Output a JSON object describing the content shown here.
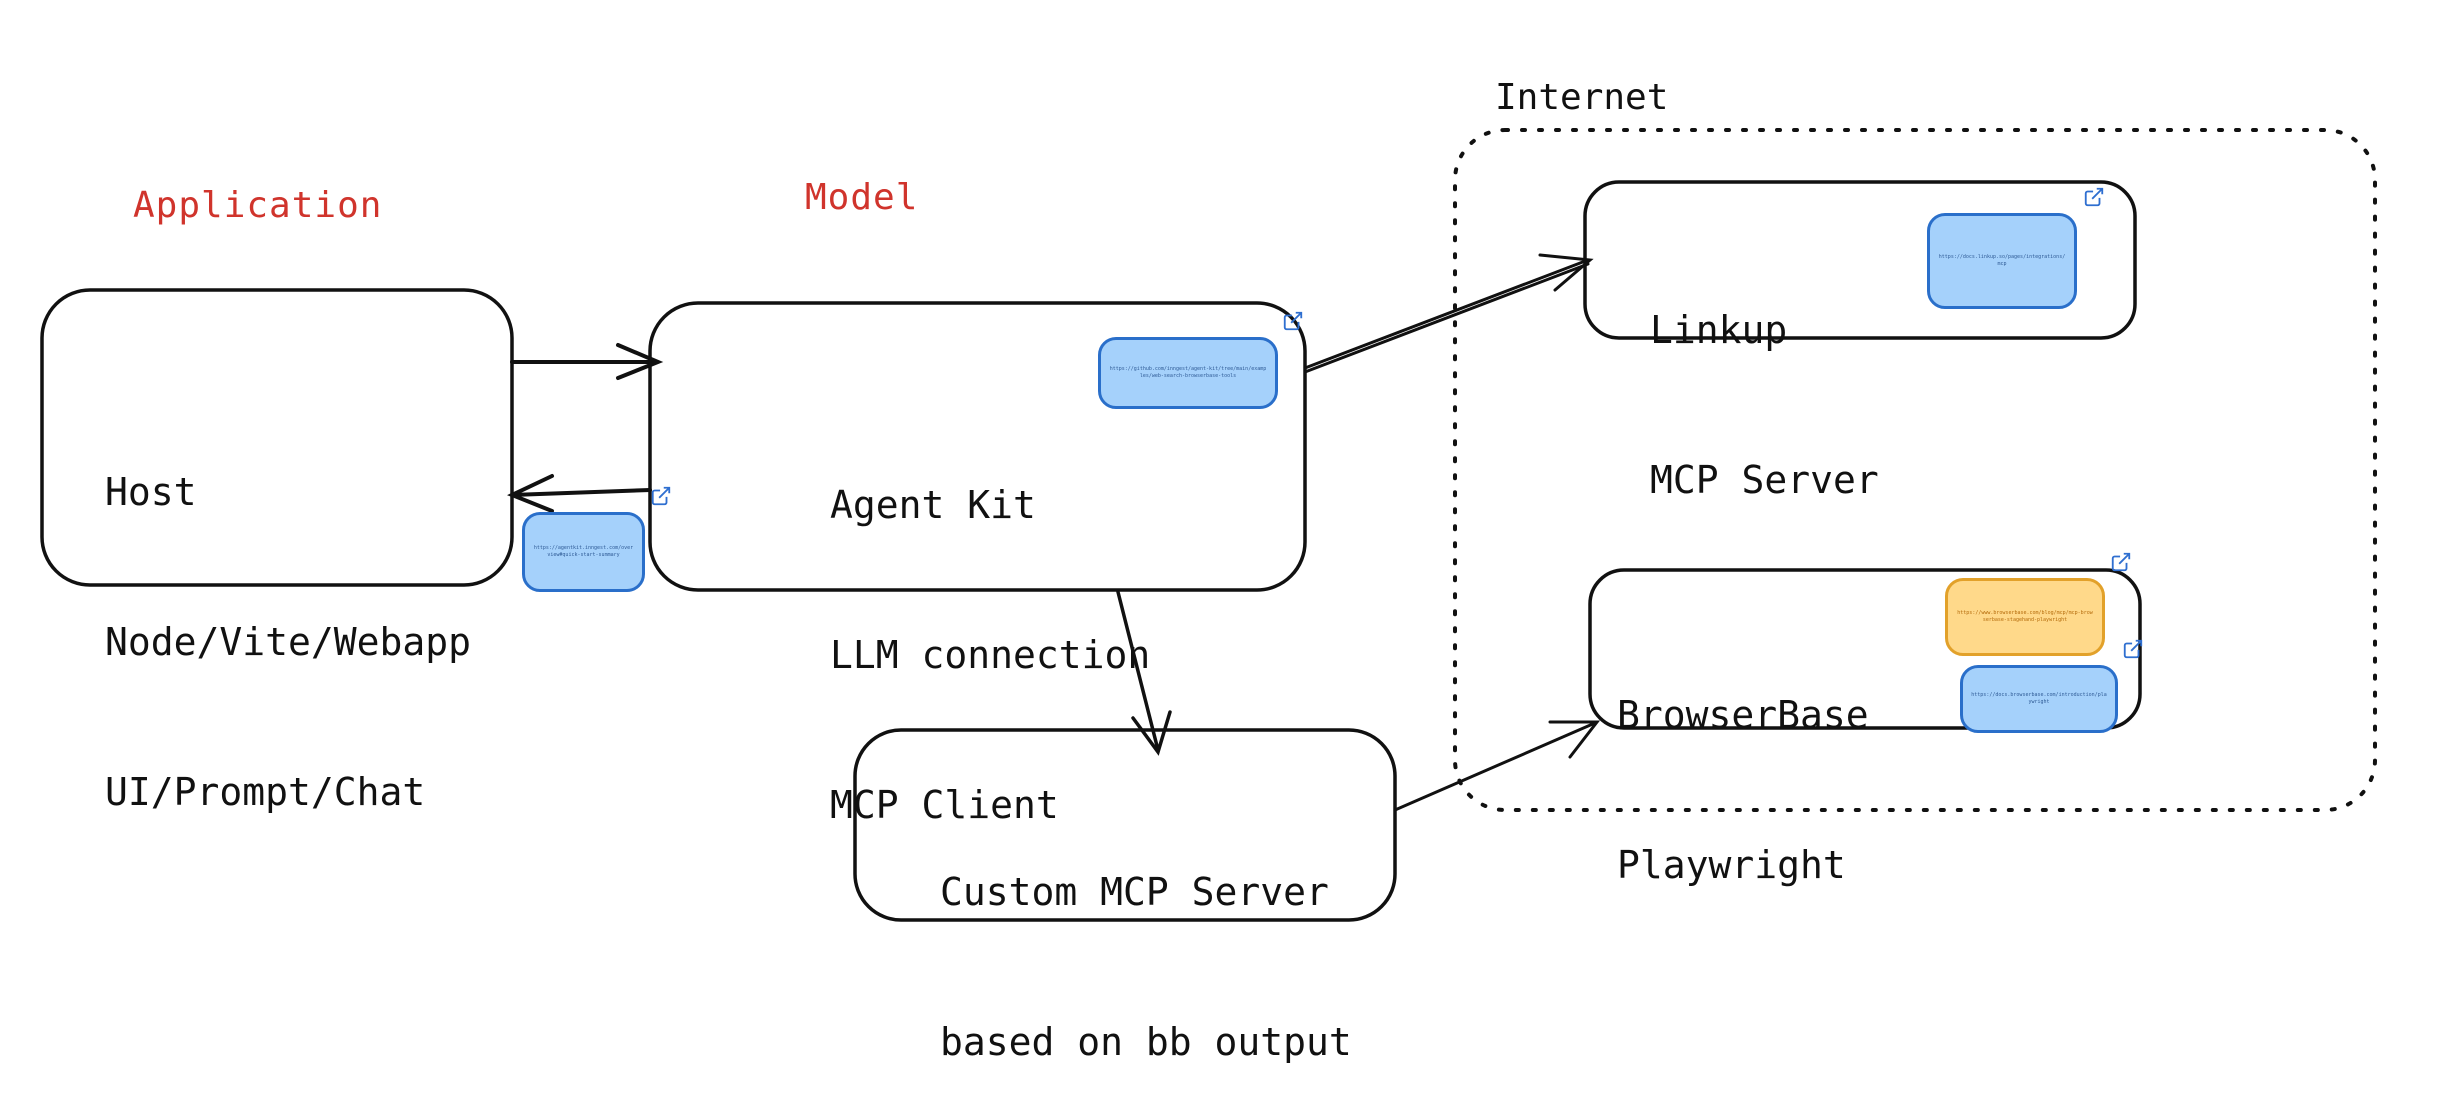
{
  "sections": {
    "application": "Application",
    "model": "Model",
    "internet": "Internet"
  },
  "nodes": {
    "host": [
      "Host",
      "Node/Vite/Webapp",
      "UI/Prompt/Chat"
    ],
    "agent_kit": [
      "Agent Kit",
      "LLM connection",
      "MCP Client"
    ],
    "linkup": [
      "Linkup",
      "MCP Server"
    ],
    "browserbase": [
      "BrowserBase",
      "Playwright"
    ],
    "custom_mcp": [
      "Custom MCP Server",
      "based on bb output"
    ]
  },
  "link_cards": {
    "host_card": "https://agentkit.inngest.com/overview#quick-start-summary",
    "agent_card": "https://github.com/inngest/agent-kit/tree/main/examples/web-search-browserbase-tools",
    "linkup_card": "https://docs.linkup.so/pages/integrations/mcp",
    "browserbase_card_1": "https://www.browserbase.com/blog/mcp/mcp-browserbase-stagehand-playwright",
    "browserbase_card_2": "https://docs.browserbase.com/introduction/playwright"
  },
  "colors": {
    "section_label": "#d0342c",
    "card_blue": "#a5d1fb",
    "card_blue_border": "#2a6fca",
    "card_yellow": "#ffd98a",
    "card_yellow_border": "#e2a12a",
    "external_link_icon": "#2f6fd0"
  }
}
